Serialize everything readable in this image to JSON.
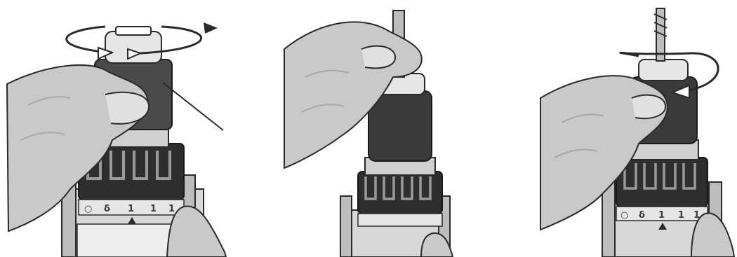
{
  "steps": [
    {
      "id": 1,
      "action": "open-chuck",
      "rotation": "counter-clockwise",
      "scale_marks": [
        "1",
        "1",
        "1"
      ]
    },
    {
      "id": 2,
      "action": "insert-bit"
    },
    {
      "id": 3,
      "action": "tighten-chuck",
      "rotation": "clockwise",
      "scale_marks": [
        "1",
        "1",
        "1"
      ]
    }
  ],
  "colors": {
    "outline": "#2a2a2a",
    "hand_fill": "#c9c9c9",
    "hand_shade": "#a8a8a8",
    "sleeve_dark": "#3a3a3a",
    "sleeve_mid": "#5a5a5a",
    "ring_dark": "#2e2e2e",
    "body_light": "#d8d8d8",
    "metal_light": "#e6e6e6"
  }
}
